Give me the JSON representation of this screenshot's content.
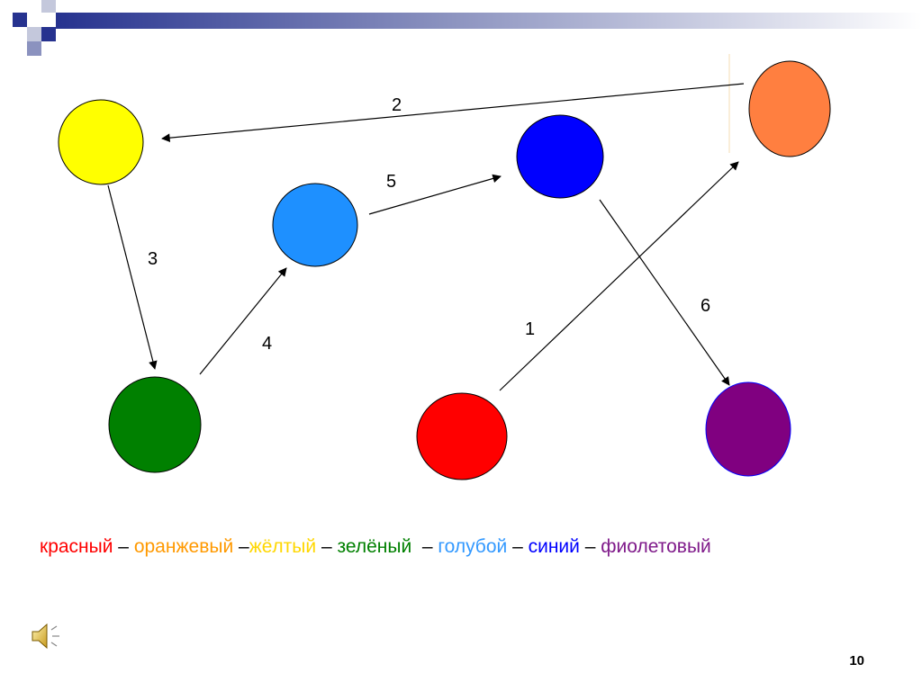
{
  "colors": {
    "red": "#ff0000",
    "orange": "#ff7f40",
    "yellow": "#ffff00",
    "green": "#008000",
    "light_blue": "#1e90ff",
    "blue": "#0000ff",
    "violet": "#800080",
    "header_blue": "#1f2f8f",
    "header_light": "#c4c8dc",
    "legend_yellow_text": "#ffd700",
    "legend_orange_text": "#ff9900",
    "legend_light_blue_text": "#3399ff",
    "legend_violet_text": "#7f1a8a"
  },
  "edges": [
    {
      "label": "1",
      "from": "red",
      "to": "orange"
    },
    {
      "label": "2",
      "from": "orange",
      "to": "yellow"
    },
    {
      "label": "3",
      "from": "yellow",
      "to": "green"
    },
    {
      "label": "4",
      "from": "green",
      "to": "light_blue"
    },
    {
      "label": "5",
      "from": "light_blue",
      "to": "blue"
    },
    {
      "label": "6",
      "from": "blue",
      "to": "violet"
    }
  ],
  "legend": {
    "red": "красный",
    "sep1": " – ",
    "orange": "оранжевый",
    "sep2": " –",
    "yellow": "жёлтый",
    "sep3": " – ",
    "green": "зелёный",
    "sep4": "  – ",
    "light_blue": "голубой",
    "sep5": " – ",
    "blue": "синий",
    "sep6": " – ",
    "violet": "фиолетовый"
  },
  "slide_number": "10",
  "icons": {
    "audio": "speaker-icon"
  }
}
